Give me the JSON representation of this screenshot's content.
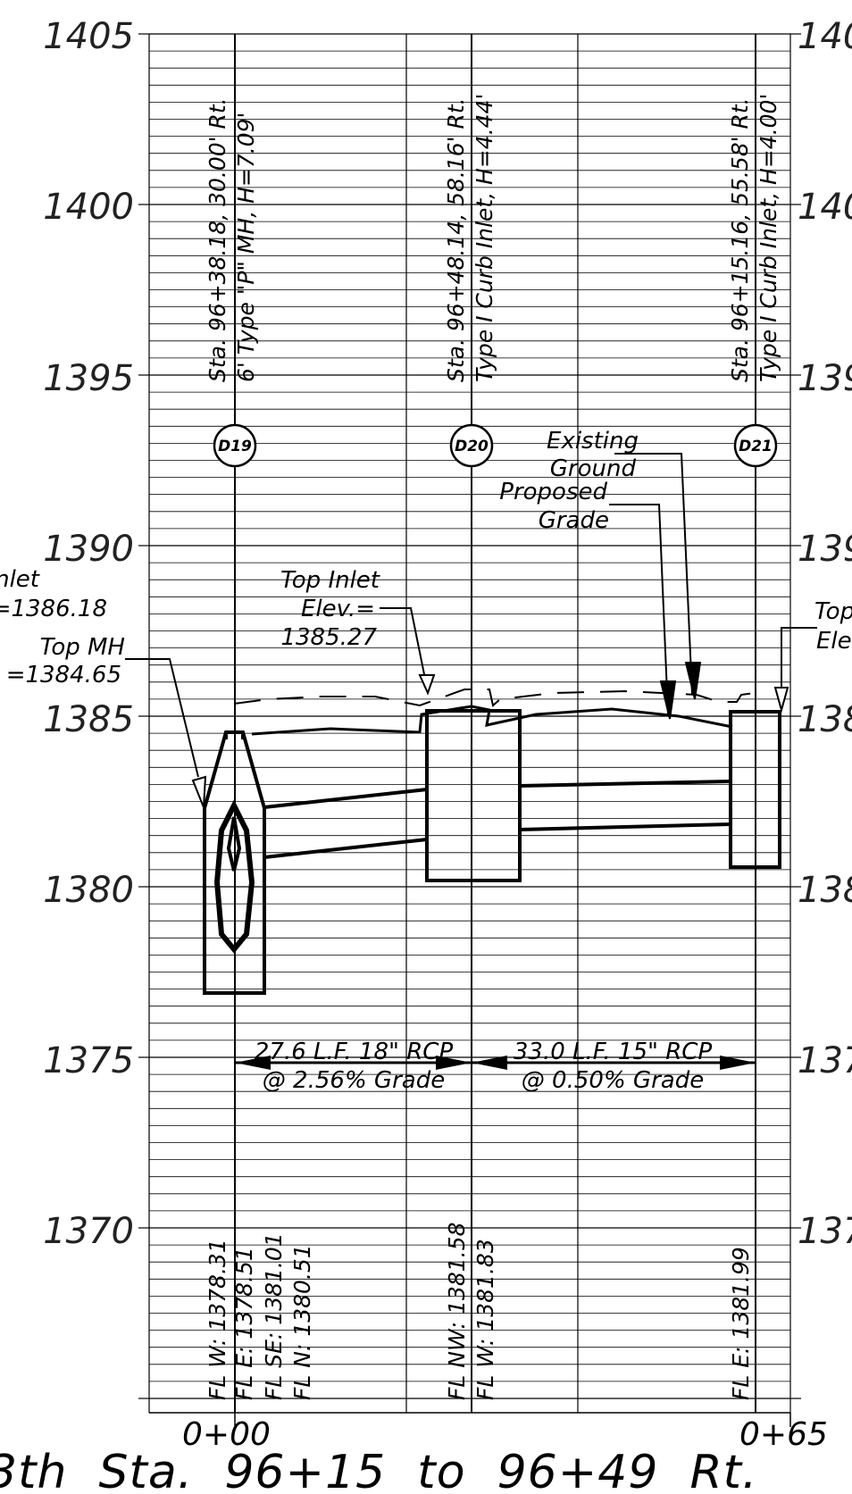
{
  "profile": {
    "title": "3th  Sta.  96+15  to  96+49  Rt.",
    "elevation_labels": [
      "1405",
      "1400",
      "1395",
      "1390",
      "1385",
      "1380",
      "1375",
      "1370"
    ],
    "station_labels": {
      "start": "0+00",
      "end": "0+65"
    },
    "structures": [
      {
        "id": "D19",
        "station_text": "Sta. 96+38.18, 30.00' Rt.",
        "type_text": "6' Type \"P\" MH, H=7.09'"
      },
      {
        "id": "D20",
        "station_text": "Sta. 96+48.14, 58.16' Rt.",
        "type_text": "Type I Curb Inlet, H=4.44'"
      },
      {
        "id": "D21",
        "station_text": "Sta. 96+15.16, 55.58' Rt.",
        "type_text": "Type I Curb Inlet, H=4.00'"
      }
    ],
    "callouts": {
      "existing_ground": [
        "Existing",
        "Ground"
      ],
      "proposed_grade": [
        "Proposed",
        "Grade"
      ],
      "top_inlet_d20": [
        "Top Inlet",
        "Elev.=",
        "1385.27"
      ],
      "top_inlet_left": [
        "nlet",
        "=1386.18"
      ],
      "top_mh": [
        "Top MH",
        "=1384.65"
      ],
      "top_right": [
        "Top",
        "Ele"
      ]
    },
    "pipes": [
      {
        "line1": "27.6 L.F. 18\" RCP",
        "line2": "@ 2.56% Grade"
      },
      {
        "line1": "33.0 L.F. 15\" RCP",
        "line2": "@ 0.50% Grade"
      }
    ],
    "flowlines": {
      "d19": [
        "FL W: 1378.31",
        "FL E: 1378.51",
        "FL SE: 1381.01",
        "FL N: 1380.51"
      ],
      "d20": [
        "FL NW: 1381.58",
        "FL W: 1381.83"
      ],
      "d21": [
        "FL E: 1381.99"
      ]
    }
  }
}
